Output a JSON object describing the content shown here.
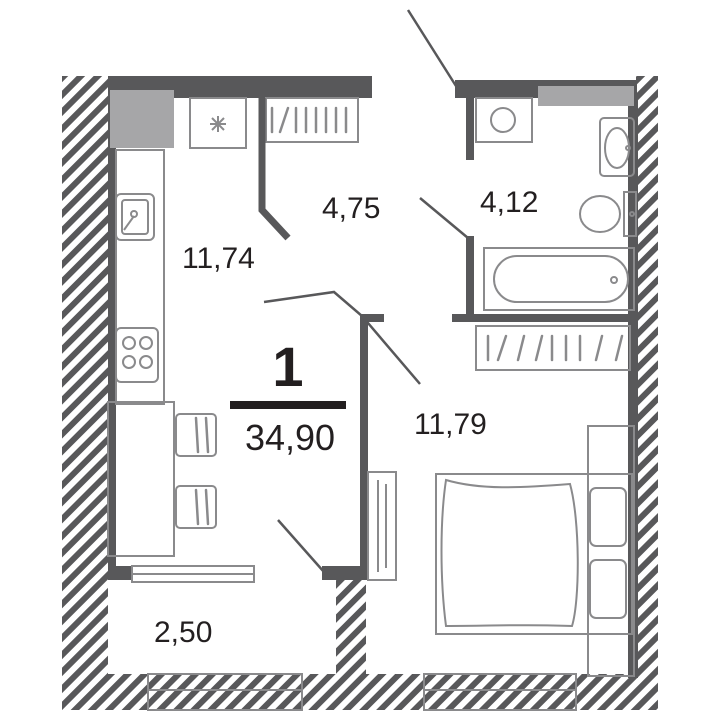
{
  "plan": {
    "rooms_count": "1",
    "total_area": "34,90",
    "areas": {
      "kitchen_living": "11,74",
      "hallway": "4,75",
      "bathroom": "4,12",
      "bedroom": "11,79",
      "balcony": "2,50"
    },
    "colors": {
      "wall": "#58585a",
      "line": "#8a8a8c",
      "text": "#231f20",
      "fill": "#a6a6a8"
    }
  }
}
